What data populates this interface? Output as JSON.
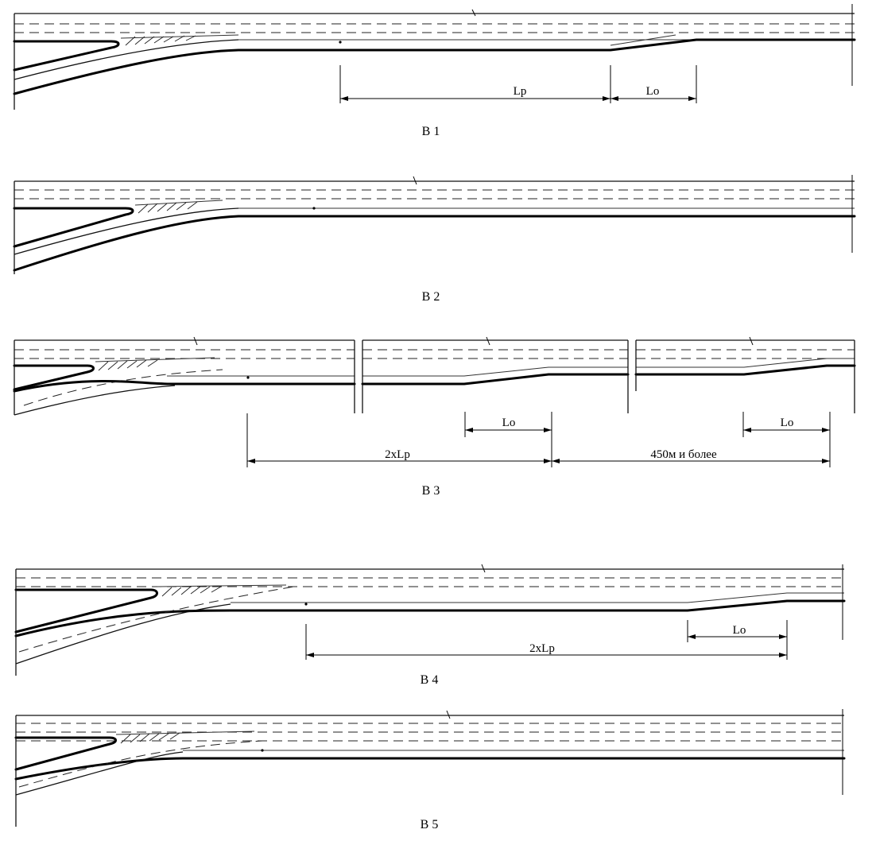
{
  "captions": {
    "b1": "В 1",
    "b2": "В 2",
    "b3": "В 3",
    "b4": "В 4",
    "b5": "В 5"
  },
  "dimensions": {
    "lp": "Lp",
    "lo": "Lo",
    "two_lp": "2xLp",
    "min_450": "450м и более"
  }
}
